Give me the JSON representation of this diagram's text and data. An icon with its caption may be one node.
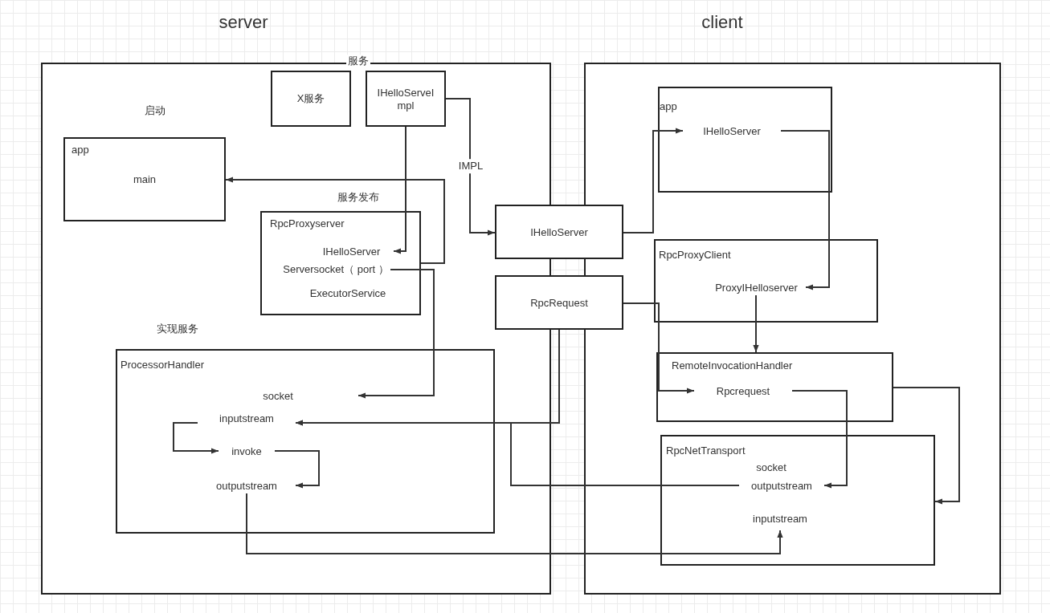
{
  "diagram": {
    "nodes": [
      {
        "text": [
          "server"
        ]
      },
      {
        "text": [
          "client"
        ]
      },
      {
        "text": [
          "X服务"
        ],
        "in": 0
      },
      {
        "text": [
          "IHelloServeImpl"
        ],
        "in": 0
      },
      {
        "text": [
          "启动",
          "app",
          "main"
        ],
        "in": 0
      },
      {
        "text": [
          "服务发布",
          "RpcProxyserver",
          "ExecutorService"
        ],
        "in": 0
      },
      {
        "text": [
          "IHelloServer"
        ],
        "in": 5
      },
      {
        "text": [
          "Serversocket（ port ）"
        ],
        "in": 5
      },
      {
        "text": [
          "实现服务",
          "ProcessorHandler"
        ],
        "in": 0
      },
      {
        "text": [
          "socket"
        ],
        "in": 8
      },
      {
        "text": [
          "inputstream"
        ],
        "in": 8
      },
      {
        "text": [
          "invoke"
        ],
        "in": 8
      },
      {
        "text": [
          "outputstream"
        ],
        "in": 8
      },
      {
        "text": [
          "IHelloServer"
        ]
      },
      {
        "text": [
          "RpcRequest"
        ]
      },
      {
        "text": [
          "app"
        ],
        "in": 1
      },
      {
        "text": [
          "IHelloServer"
        ],
        "in": 15
      },
      {
        "text": [
          "RpcProxyClient"
        ],
        "in": 1
      },
      {
        "text": [
          "ProxyIHelloserver"
        ],
        "in": 17
      },
      {
        "text": [
          "RemoteInvocationHandler"
        ],
        "in": 1
      },
      {
        "text": [
          "Rpcrequest"
        ],
        "in": 19
      },
      {
        "text": [
          "RpcNetTransport",
          "socket"
        ],
        "in": 1
      },
      {
        "text": [
          "outputstream"
        ],
        "in": 21
      },
      {
        "text": [
          "inputstream"
        ],
        "in": 21
      }
    ],
    "edges": [
      {
        "from": 3,
        "to": 6,
        "arrow": "to"
      },
      {
        "from": 3,
        "to": 13,
        "arrow": "to",
        "label": "IMPL"
      },
      {
        "from": 7,
        "to": 9,
        "arrow": "to"
      },
      {
        "from": 5,
        "to": 4,
        "arrow": "to"
      },
      {
        "from": 13,
        "to": 16,
        "arrow": "to"
      },
      {
        "from": 16,
        "to": 18,
        "arrow": "to"
      },
      {
        "from": 18,
        "to": 19,
        "arrow": "to"
      },
      {
        "from": 14,
        "to": 20,
        "arrow": "to"
      },
      {
        "from": 20,
        "to": 22,
        "arrow": "to"
      },
      {
        "from": 19,
        "to": 21,
        "arrow": "to"
      },
      {
        "from": 22,
        "to": 10,
        "arrow": "to"
      },
      {
        "from": 14,
        "to": 10,
        "arrow": "to"
      },
      {
        "from": 10,
        "to": 11,
        "arrow": "to"
      },
      {
        "from": 11,
        "to": 12,
        "arrow": "to"
      },
      {
        "from": 12,
        "to": 23,
        "arrow": "to"
      }
    ],
    "labels": [
      "服务"
    ]
  }
}
